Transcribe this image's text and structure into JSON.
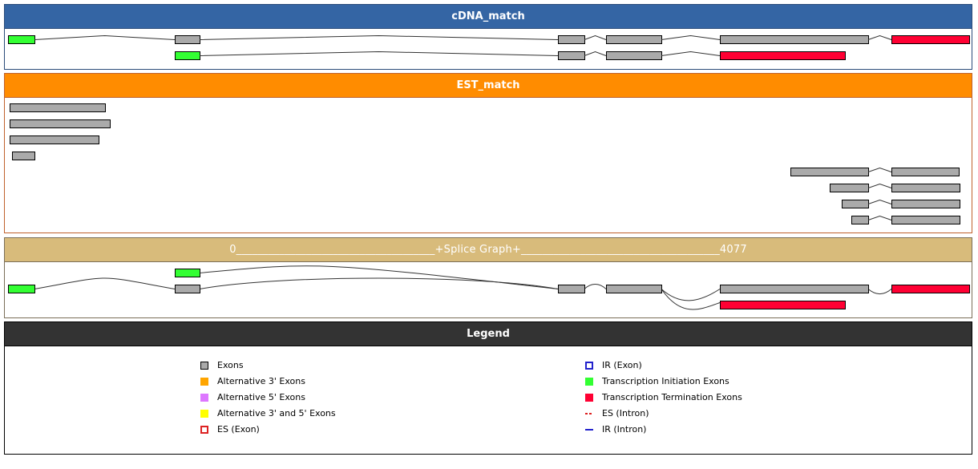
{
  "colors": {
    "exon": "#aaaaaa",
    "init": "#33ff33",
    "term": "#ff0033",
    "alt3": "#ffa500",
    "alt5": "#dd77ff",
    "alt35": "#ffff00",
    "es": "#dd2222",
    "ir": "#2222cc"
  },
  "panels": {
    "cdna": {
      "title": "cDNA_match"
    },
    "est": {
      "title": "EST_match"
    },
    "splice": {
      "title": "0_____________________________________+Splice Graph+_____________________________________4077",
      "start": "0",
      "end": "4077"
    },
    "legend": {
      "title": "Legend"
    }
  },
  "cdna_tracks": [
    {
      "exons": [
        {
          "s": 0,
          "e": 1,
          "type": "init"
        },
        {
          "s": 2,
          "e": 3,
          "type": "exon"
        },
        {
          "s": 4,
          "e": 5,
          "type": "exon"
        },
        {
          "s": 6,
          "e": 7,
          "type": "exon"
        },
        {
          "s": 8,
          "e": 9,
          "type": "exon"
        },
        {
          "s": 10,
          "e": 11,
          "type": "term"
        }
      ]
    },
    {
      "exons": [
        {
          "s": 2,
          "e": 3,
          "type": "init"
        },
        {
          "s": 4,
          "e": 5,
          "type": "exon"
        },
        {
          "s": 6,
          "e": 7,
          "type": "exon"
        },
        {
          "s": 8,
          "e": 12,
          "type": "term"
        }
      ]
    }
  ],
  "est_tracks": [
    {
      "exons": [
        {
          "s": 13,
          "e": 14,
          "type": "exon"
        }
      ]
    },
    {
      "exons": [
        {
          "s": 13,
          "e": 15,
          "type": "exon"
        }
      ]
    },
    {
      "exons": [
        {
          "s": 13,
          "e": 16,
          "type": "exon"
        }
      ]
    },
    {
      "exons": [
        {
          "s": 17,
          "e": 1,
          "type": "exon"
        }
      ]
    },
    {
      "exons": [
        {
          "s": 18,
          "e": 9,
          "type": "exon"
        },
        {
          "s": 10,
          "e": 19,
          "type": "exon"
        }
      ]
    },
    {
      "exons": [
        {
          "s": 20,
          "e": 9,
          "type": "exon"
        },
        {
          "s": 10,
          "e": 21,
          "type": "exon"
        }
      ]
    },
    {
      "exons": [
        {
          "s": 22,
          "e": 9,
          "type": "exon"
        },
        {
          "s": 10,
          "e": 21,
          "type": "exon"
        }
      ]
    },
    {
      "exons": [
        {
          "s": 23,
          "e": 9,
          "type": "exon"
        },
        {
          "s": 10,
          "e": 21,
          "type": "exon"
        }
      ]
    }
  ],
  "splice_graph": {
    "nodes": [
      {
        "id": "n1",
        "s": 0,
        "e": 1,
        "lane": 1,
        "type": "init"
      },
      {
        "id": "n2",
        "s": 2,
        "e": 3,
        "lane": 0,
        "type": "init"
      },
      {
        "id": "n3",
        "s": 2,
        "e": 3,
        "lane": 1,
        "type": "exon"
      },
      {
        "id": "n4",
        "s": 4,
        "e": 5,
        "lane": 1,
        "type": "exon"
      },
      {
        "id": "n5",
        "s": 6,
        "e": 7,
        "lane": 1,
        "type": "exon"
      },
      {
        "id": "n6",
        "s": 8,
        "e": 9,
        "lane": 1,
        "type": "exon"
      },
      {
        "id": "n7",
        "s": 10,
        "e": 11,
        "lane": 1,
        "type": "term"
      },
      {
        "id": "n8",
        "s": 8,
        "e": 12,
        "lane": 2,
        "type": "term"
      }
    ],
    "edges": [
      [
        "n1",
        "n3"
      ],
      [
        "n2",
        "n4"
      ],
      [
        "n3",
        "n4"
      ],
      [
        "n4",
        "n5"
      ],
      [
        "n5",
        "n6"
      ],
      [
        "n5",
        "n8"
      ],
      [
        "n6",
        "n7"
      ]
    ]
  },
  "legend": {
    "left": [
      {
        "label": "Exons",
        "swatch": "exon"
      },
      {
        "label": "Alternative 3' Exons",
        "swatch": "alt3"
      },
      {
        "label": "Alternative 5' Exons",
        "swatch": "alt5"
      },
      {
        "label": "Alternative 3' and 5' Exons",
        "swatch": "alt35"
      },
      {
        "label": "ES (Exon)",
        "swatch": "es-exon"
      }
    ],
    "right": [
      {
        "label": "IR (Exon)",
        "swatch": "ir-exon"
      },
      {
        "label": "Transcription Initiation Exons",
        "swatch": "init"
      },
      {
        "label": "Transcription Termination Exons",
        "swatch": "term"
      },
      {
        "label": "ES (Intron)",
        "swatch": "es-intron"
      },
      {
        "label": "IR (Intron)",
        "swatch": "ir-intron"
      }
    ]
  }
}
